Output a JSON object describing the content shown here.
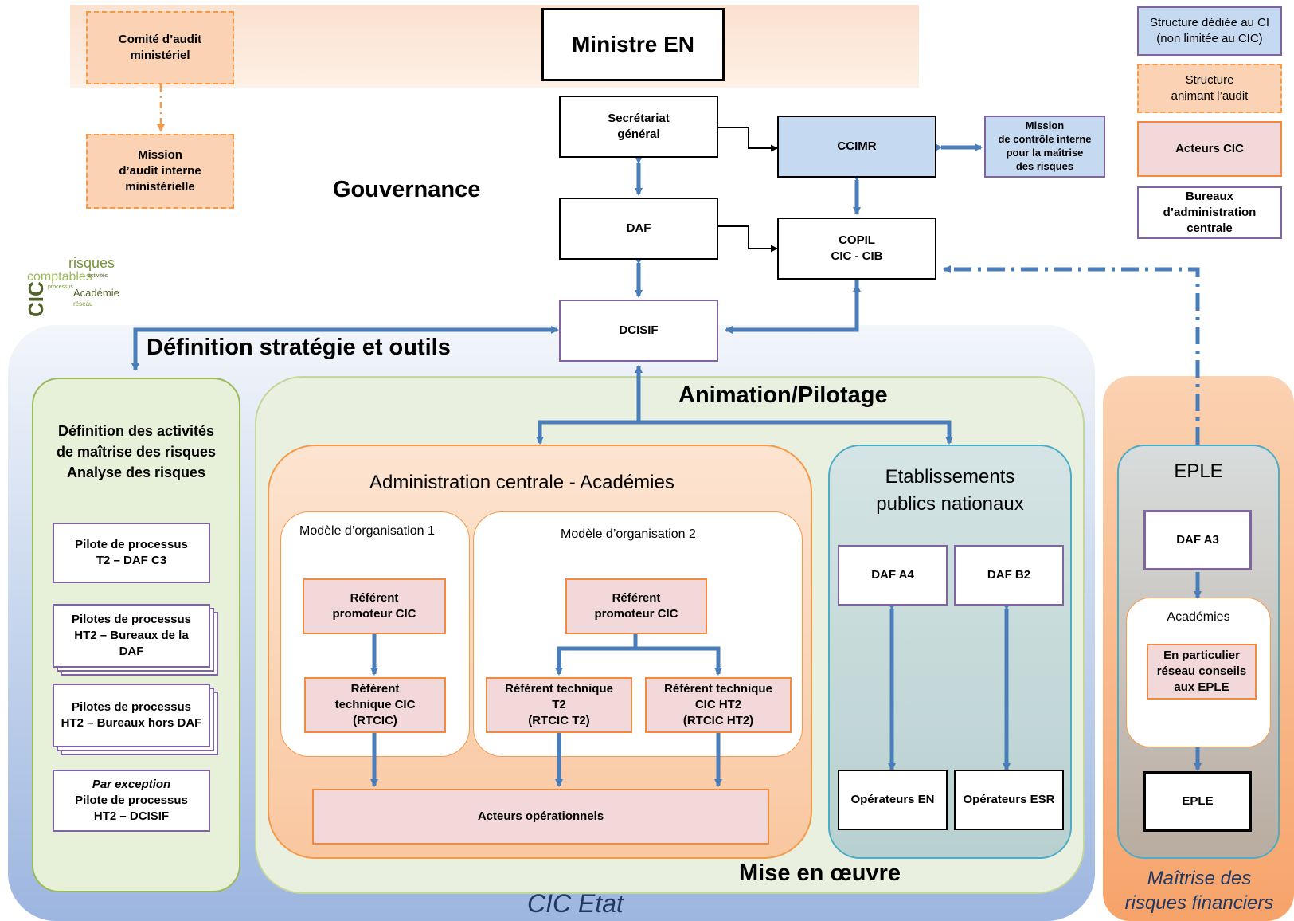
{
  "colors": {
    "arrow": "#4a7ebb",
    "structure_ci": "#c5d9f1",
    "audit": "#fbd2b3",
    "acteurs_cic": "#f2d8d8",
    "purple_border": "#8064a2",
    "green_panel": "#e7f0d8",
    "teal_panel": "#c0d6d6",
    "orange_panel": "#f9c9a6"
  },
  "top": {
    "ministre": "Ministre EN",
    "comite": "Comité d’audit\nministériel",
    "mission_audit": "Mission\nd’audit interne\nministérielle",
    "gouvernance": "Gouvernance"
  },
  "gov": {
    "sg": "Secrétariat\ngénéral",
    "daf": "DAF",
    "dcisif": "DCISIF",
    "ccimr": "CCIMR",
    "copil": "COPIL\nCIC - CIB",
    "mission_ci": "Mission\nde contrôle interne\npour la maîtrise\ndes risques"
  },
  "legend": {
    "structure_ci": "Structure dédiée au CI\n(non limitée au CIC)",
    "audit": "Structure\nanimant l’audit",
    "acteurs_cic": "Acteurs CIC",
    "bureaux": "Bureaux\nd’administration\ncentrale"
  },
  "logo": {
    "text": "CIC risques comptables activités processus Académie réseau"
  },
  "sections": {
    "definition": "Définition stratégie et outils",
    "animation": "Animation/Pilotage",
    "mise_en_oeuvre": "Mise en œuvre",
    "cic_etat": "CIC Etat",
    "maitrise": "Maîtrise des\nrisques financiers"
  },
  "left": {
    "heading": "Définition des activités\nde maîtrise des risques\nAnalyse des risques",
    "box1": "Pilote de processus\nT2 – DAF C3",
    "box2": "Pilotes de processus\nHT2 – Bureaux de la\nDAF",
    "box3": "Pilotes de processus\nHT2 – Bureaux hors DAF",
    "box4_italic": "Par exception",
    "box4": "Pilote de processus\nHT2 – DCISIF"
  },
  "admin": {
    "title": "Administration centrale - Académies",
    "m1": "Modèle d’organisation 1",
    "m2": "Modèle d’organisation 2",
    "ref1": "Référent\npromoteur CIC",
    "tech1": "Référent\ntechnique CIC\n(RTCIC)",
    "ref2": "Référent\npromoteur CIC",
    "tech_t2": "Référent technique\nT2\n(RTCIC T2)",
    "tech_ht2": "Référent technique\nCIC HT2\n(RTCIC HT2)",
    "acteurs": "Acteurs opérationnels"
  },
  "epn": {
    "title": "Etablissements\npublics nationaux",
    "daf_a4": "DAF A4",
    "daf_b2": "DAF B2",
    "op_en": "Opérateurs EN",
    "op_esr": "Opérateurs ESR"
  },
  "eple": {
    "title": "EPLE",
    "daf_a3": "DAF A3",
    "academies": "Académies",
    "reseau": "En particulier\nréseau conseils\naux EPLE",
    "eple_box": "EPLE"
  }
}
